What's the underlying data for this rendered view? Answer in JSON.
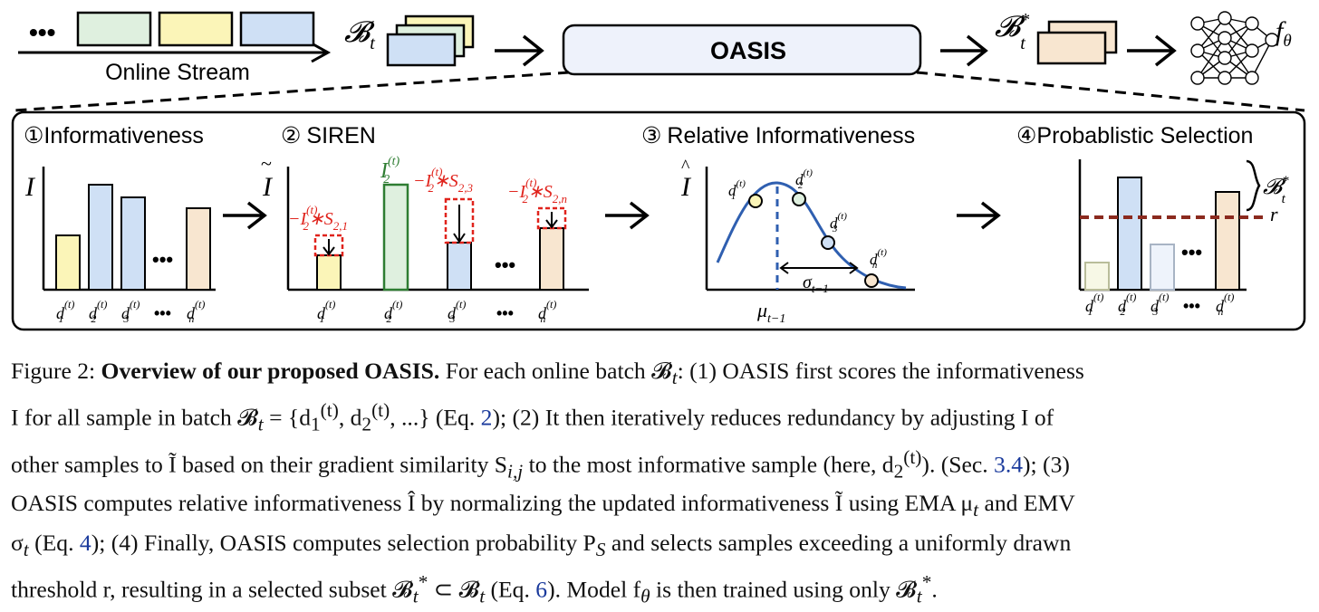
{
  "figure": {
    "stream_label": "Online Stream",
    "ellipsis": "•••",
    "batch_label": "𝓑",
    "batch_sub": "t",
    "oasis_label": "OASIS",
    "selected_label": "𝓑",
    "selected_sub": "t",
    "selected_sup": "*",
    "model_label": "f",
    "model_sub": "θ",
    "steps": [
      {
        "number": "①",
        "title": "Informativeness"
      },
      {
        "number": "②",
        "title": "SIREN"
      },
      {
        "number": "③",
        "title": "Relative Informativeness"
      },
      {
        "number": "④",
        "title": "Probablistic Selection"
      }
    ],
    "axis_I": "I",
    "axis_I_tilde": "I",
    "axis_I_hat": "I",
    "sample_base": "d",
    "sample_sup": "(t)",
    "sample_subs": [
      "1",
      "2",
      "3",
      "n"
    ],
    "siren_top_label": "I",
    "siren_adjust": [
      {
        "text": "−I",
        "sub": "2",
        "sup": "(t)",
        "mid": "∗S",
        "idx": "2,1"
      },
      {
        "text": "−I",
        "sub": "2",
        "sup": "(t)",
        "mid": "∗S",
        "idx": "2,3"
      },
      {
        "text": "−I",
        "sub": "2",
        "sup": "(t)",
        "mid": "∗S",
        "idx": "2,n"
      }
    ],
    "mu_label": "μ",
    "mu_sub": "t−1",
    "sigma_label": "σ",
    "sigma_sub": "t−1",
    "threshold_label": "r",
    "colors": {
      "green_fill": "#dff0df",
      "green_stroke": "#2e7d32",
      "yellow_fill": "#fbf5b8",
      "blue_fill": "#cfe0f5",
      "peach_fill": "#f8e6d0",
      "red": "#e0231c",
      "dashed_dark_red": "#8b2a1e",
      "curve_blue": "#2f5fb0"
    }
  },
  "caption": {
    "fig_label": "Figure 2:",
    "title": "Overview of our proposed OASIS.",
    "line1_rest": "For each online batch 𝓑",
    "line1_tail": ": (1) OASIS first scores the informativeness",
    "line2_a": "I for all sample in batch 𝓑",
    "line2_b": " = {d",
    "line2_c": ", d",
    "line2_d": ", ...} (Eq. ",
    "eq2": "2",
    "line2_e": "); (2) It then iteratively reduces redundancy by adjusting I of",
    "line3_a": "other samples to Ĩ based on their gradient similarity S",
    "line3_b": " to the most informative sample (here, d",
    "line3_c": "). (Sec. ",
    "sec34": "3.4",
    "line3_d": "); (3)",
    "line4": "OASIS computes relative informativeness Î by normalizing the updated informativeness Ĩ using EMA μ",
    "line4_b": " and EMV",
    "line5_a": "σ",
    "line5_b": " (Eq. ",
    "eq4": "4",
    "line5_c": "); (4) Finally, OASIS computes selection probability P",
    "line5_d": " and selects samples exceeding a uniformly drawn",
    "line6_a": "threshold r, resulting in a selected subset 𝓑",
    "line6_b": " ⊂ 𝓑",
    "line6_c": " (Eq. ",
    "eq6": "6",
    "line6_d": "). Model f",
    "line6_e": " is then trained using only 𝓑",
    "line6_f": "."
  }
}
